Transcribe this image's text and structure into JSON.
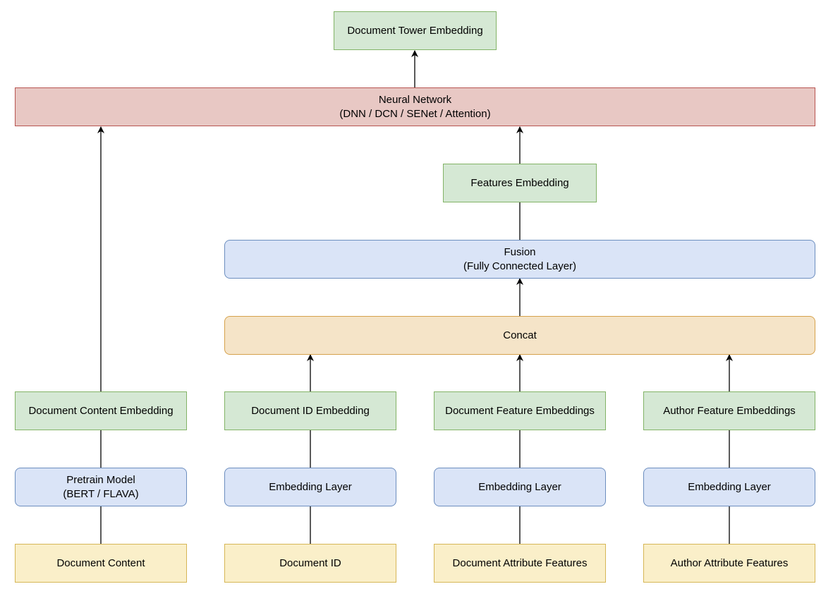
{
  "nodes": {
    "tower_embedding": "Document Tower Embedding",
    "neural_network": {
      "line1": "Neural Network",
      "line2": "(DNN / DCN / SENet / Attention)"
    },
    "features_embedding": "Features Embedding",
    "fusion": {
      "line1": "Fusion",
      "line2": "(Fully Connected Layer)"
    },
    "concat": "Concat",
    "content_embedding": "Document Content Embedding",
    "doc_id_embedding": "Document ID Embedding",
    "doc_feature_embeddings": "Document Feature Embeddings",
    "author_feature_embeddings": "Author Feature Embeddings",
    "pretrain_model": {
      "line1": "Pretrain Model",
      "line2": "(BERT / FLAVA)"
    },
    "embedding_layer_1": "Embedding Layer",
    "embedding_layer_2": "Embedding Layer",
    "embedding_layer_3": "Embedding Layer",
    "document_content": "Document Content",
    "document_id": "Document ID",
    "document_attribute_features": "Document Attribute Features",
    "author_attribute_features": "Author Attribute Features"
  },
  "colors": {
    "embedding_fill": "#d5e8d4",
    "network_fill": "#e8c8c4",
    "layer_fill": "#dae4f7",
    "concat_fill": "#f5e4c8",
    "input_fill": "#faefc9",
    "connector": "#000000"
  }
}
